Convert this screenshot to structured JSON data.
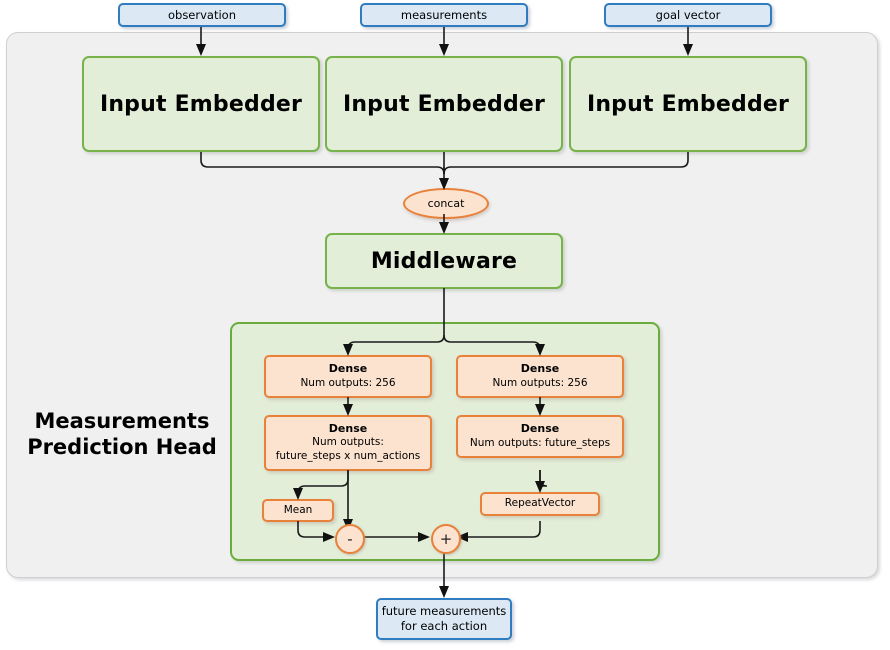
{
  "diagram": {
    "title": "Measurements Prediction Head",
    "colors": {
      "io_border": "#2f7cc0",
      "io_fill": "#dce9f5",
      "module_border": "#77b34a",
      "module_fill": "#e2eed8",
      "layer_border": "#e8813a",
      "layer_fill": "#fce3d0",
      "container_fill": "#f0f0f0"
    },
    "inputs": [
      {
        "label": "observation"
      },
      {
        "label": "measurements"
      },
      {
        "label": "goal vector"
      }
    ],
    "embedders": [
      {
        "label": "Input Embedder"
      },
      {
        "label": "Input Embedder"
      },
      {
        "label": "Input Embedder"
      }
    ],
    "concat": {
      "label": "concat"
    },
    "middleware": {
      "label": "Middleware"
    },
    "head": {
      "title_line1": "Measurements",
      "title_line2": "Prediction Head",
      "left_branch": {
        "dense1": {
          "title": "Dense",
          "line2": "Num outputs: 256"
        },
        "dense2": {
          "title": "Dense",
          "line2": "Num outputs:",
          "line3": "future_steps x num_actions"
        },
        "mean": {
          "label": "Mean"
        }
      },
      "right_branch": {
        "dense1": {
          "title": "Dense",
          "line2": "Num outputs: 256"
        },
        "dense2": {
          "title": "Dense",
          "line2": "Num outputs: future_steps"
        },
        "repeat_vector": {
          "label": "RepeatVector"
        }
      },
      "operators": [
        {
          "symbol": "-"
        },
        {
          "symbol": "+"
        }
      ]
    },
    "output": {
      "line1": "future measurements",
      "line2": "for each action"
    }
  }
}
